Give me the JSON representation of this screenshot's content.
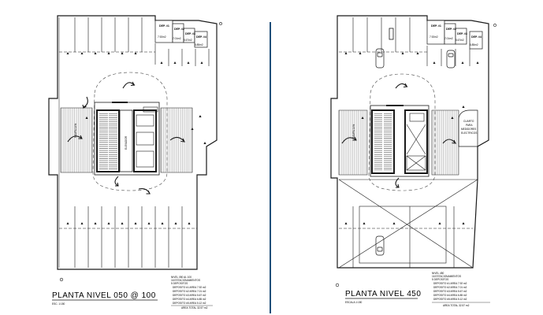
{
  "left_plan": {
    "title": "PLANTA NIVEL 050 @ 100",
    "scale": "ESC. 1:150",
    "ramp_label": "RAMPA 14%",
    "elevator_label": "ELEVADOR",
    "depositos": [
      {
        "label": "DEP. #1",
        "area": "7.92m2"
      },
      {
        "label": "DEP. #2",
        "area": "7.01m2"
      },
      {
        "label": "DEP. #3",
        "area": "5.67m2"
      },
      {
        "label": "DEP. #4",
        "area": "6.85m2"
      }
    ],
    "level_marker": "NIVEL 050 AL 100",
    "summary_lines": [
      "16 ESTACIONAMIENTOS",
      "5 DEPOSITOS",
      "DEPOSITO #1   AREA 7.92 m2",
      "DEPOSITO #2   AREA 7.01 m2",
      "DEPOSITO #3   AREA 5.67 m2",
      "DEPOSITO #4   AREA 6.85 m2",
      "DEPOSITO #5   AREA 5.12 m2"
    ],
    "total": "AREA TOTAL     32.57 m2",
    "circle_marker": "o"
  },
  "right_plan": {
    "title": "PLANTA NIVEL 450",
    "scale": "ESCALA 1:150",
    "ramp_label": "RAMPA 14%",
    "electrical_room": [
      "CUARTO",
      "PARA",
      "MEDIDORES",
      "ELECTRICOS"
    ],
    "depositos": [
      {
        "label": "DEP. #1",
        "area": "7.92m2"
      },
      {
        "label": "DEP. #2",
        "area": "7.01m2"
      },
      {
        "label": "DEP. #3",
        "area": "5.67m2"
      },
      {
        "label": "DEP. #4",
        "area": "6.85m2"
      }
    ],
    "level_marker": "NIVEL 450",
    "summary_lines": [
      "16 ESTACIONAMIENTOS",
      "5 DEPOSITOS",
      "DEPOSITO #1   AREA 7.92 m2",
      "DEPOSITO #2   AREA 7.01 m2",
      "DEPOSITO #3   AREA 5.67 m2",
      "DEPOSITO #4   AREA 6.85 m2",
      "DEPOSITO #5   AREA 5.12 m2"
    ],
    "total": "AREA TOTAL     32.57 m2"
  },
  "colors": {
    "line": "#1a1a1a",
    "divider": "#1f4e79",
    "hatch": "#555555",
    "background": "#ffffff"
  }
}
